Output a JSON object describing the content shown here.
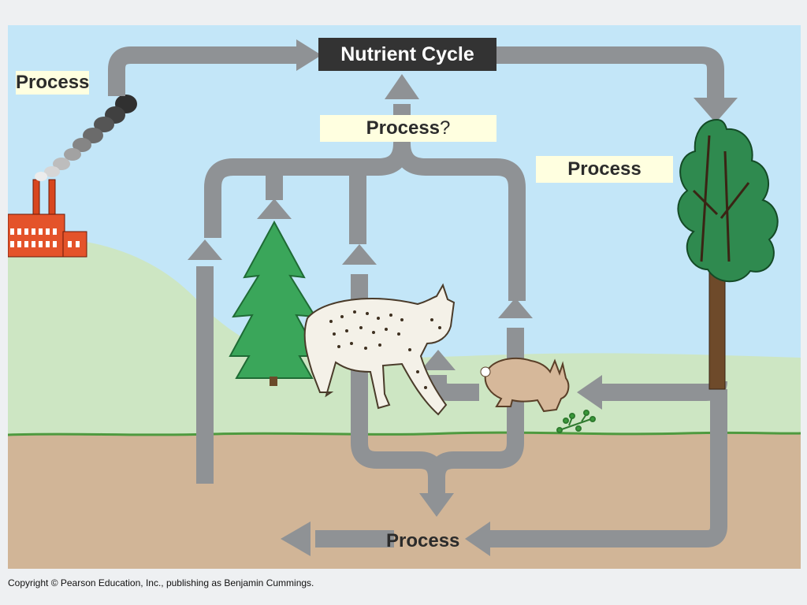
{
  "diagram": {
    "title": "Nutrient Cycle",
    "labels": {
      "left_process": "Process",
      "center_process": "Process",
      "center_question": "?",
      "right_process": "Process",
      "bottom_process": "Process"
    },
    "copyright": "Copyright © Pearson Education, Inc., publishing as Benjamin Cummings."
  },
  "colors": {
    "sky": "#c3e6f8",
    "hill": "#cde6c3",
    "ground": "#d1b597",
    "arrow": "#8f9295",
    "label_bg": "#ffffe0",
    "title_bg": "#333333"
  },
  "icons": [
    "factory-icon",
    "smoke-icon",
    "pine-tree-icon",
    "deciduous-tree-icon",
    "lynx-icon",
    "rabbit-icon",
    "plant-icon"
  ]
}
